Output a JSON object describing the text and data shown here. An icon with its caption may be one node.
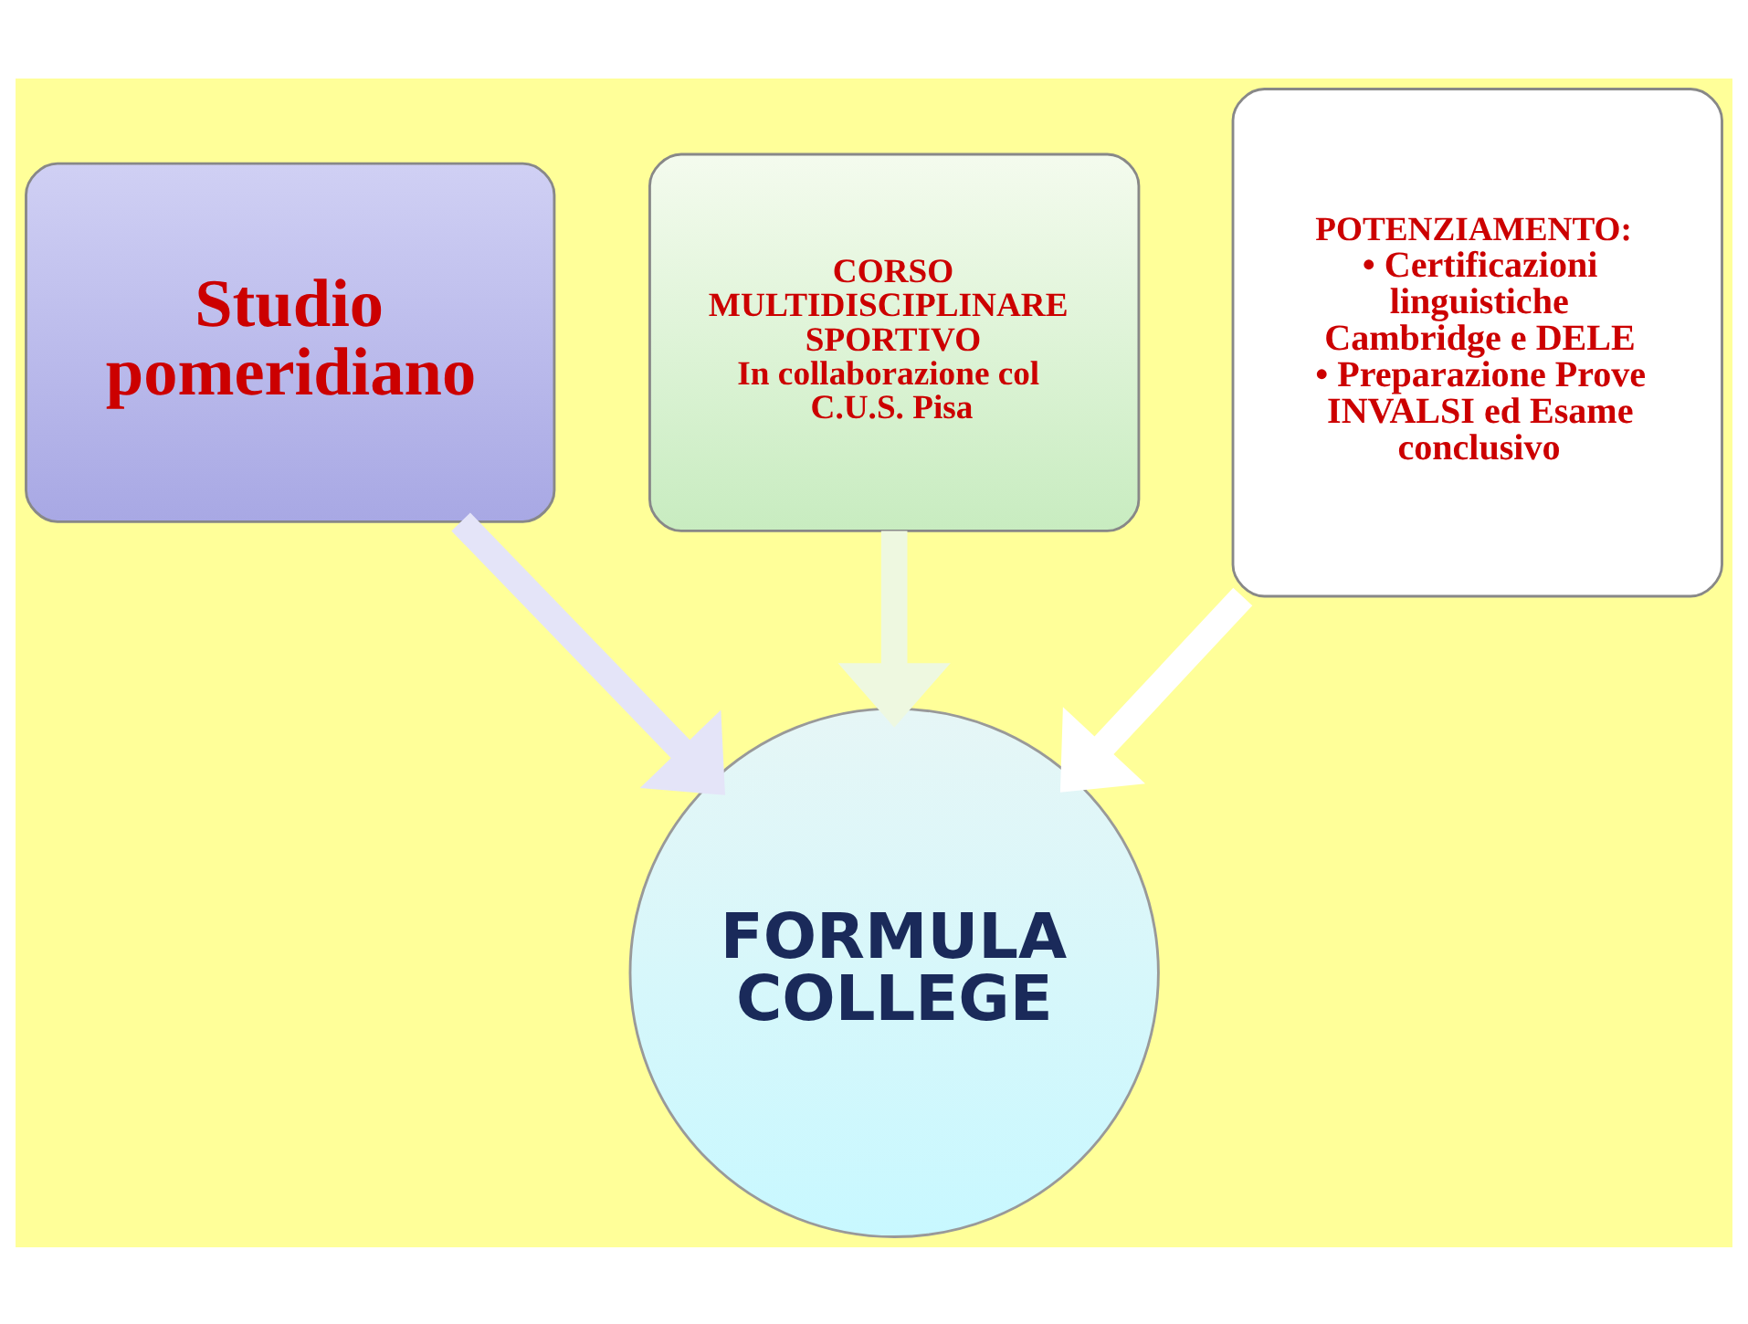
{
  "diagram": {
    "nodes": [
      {
        "text": [
          "Studio pomeridiano"
        ]
      },
      {
        "text": [
          "CORSO MULTIDISCIPLINARE SPORTIVO",
          "In collaborazione col C.U.S. Pisa"
        ]
      },
      {
        "text": [
          "POTENZIAMENTO:",
          "• Certificazioni linguistiche Cambridge e DELE",
          "• Preparazione Prove INVALSI ed Esame conclusivo"
        ]
      },
      {
        "text": [
          "FORMULA COLLEGE"
        ]
      }
    ],
    "edges": [
      {
        "from": 0,
        "to": 3,
        "arrow": "to",
        "color": "#e4e4f8"
      },
      {
        "from": 1,
        "to": 3,
        "arrow": "to",
        "color": "#eef8e0"
      },
      {
        "from": 2,
        "to": 3,
        "arrow": "to",
        "color": "#ffffff"
      }
    ]
  }
}
